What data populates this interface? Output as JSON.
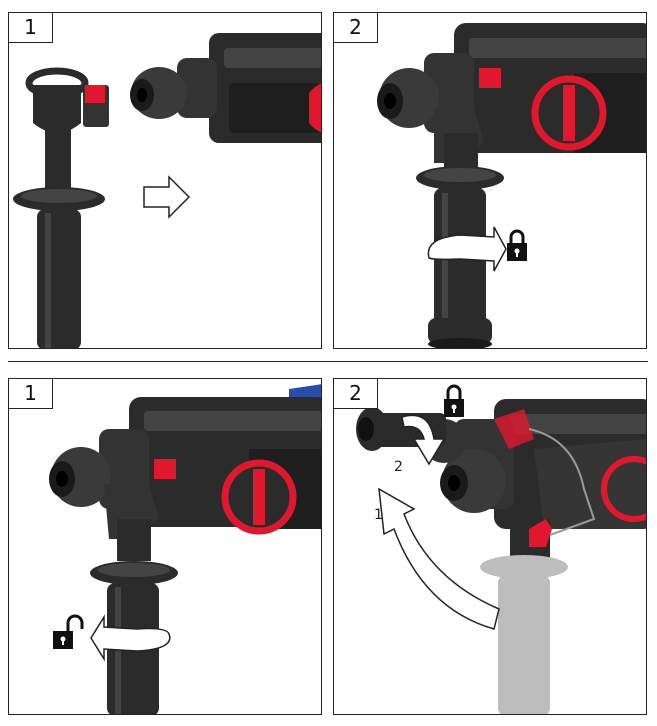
{
  "panels": [
    {
      "step": "1"
    },
    {
      "step": "2"
    },
    {
      "step": "1"
    },
    {
      "step": "2"
    }
  ],
  "arrow_labels": {
    "first": "1",
    "second": "2"
  },
  "colors": {
    "body": "#2b2b2b",
    "highlight": "#4a4a4a",
    "accent_red": "#e0182d",
    "ghost": "#bdbdbd"
  }
}
